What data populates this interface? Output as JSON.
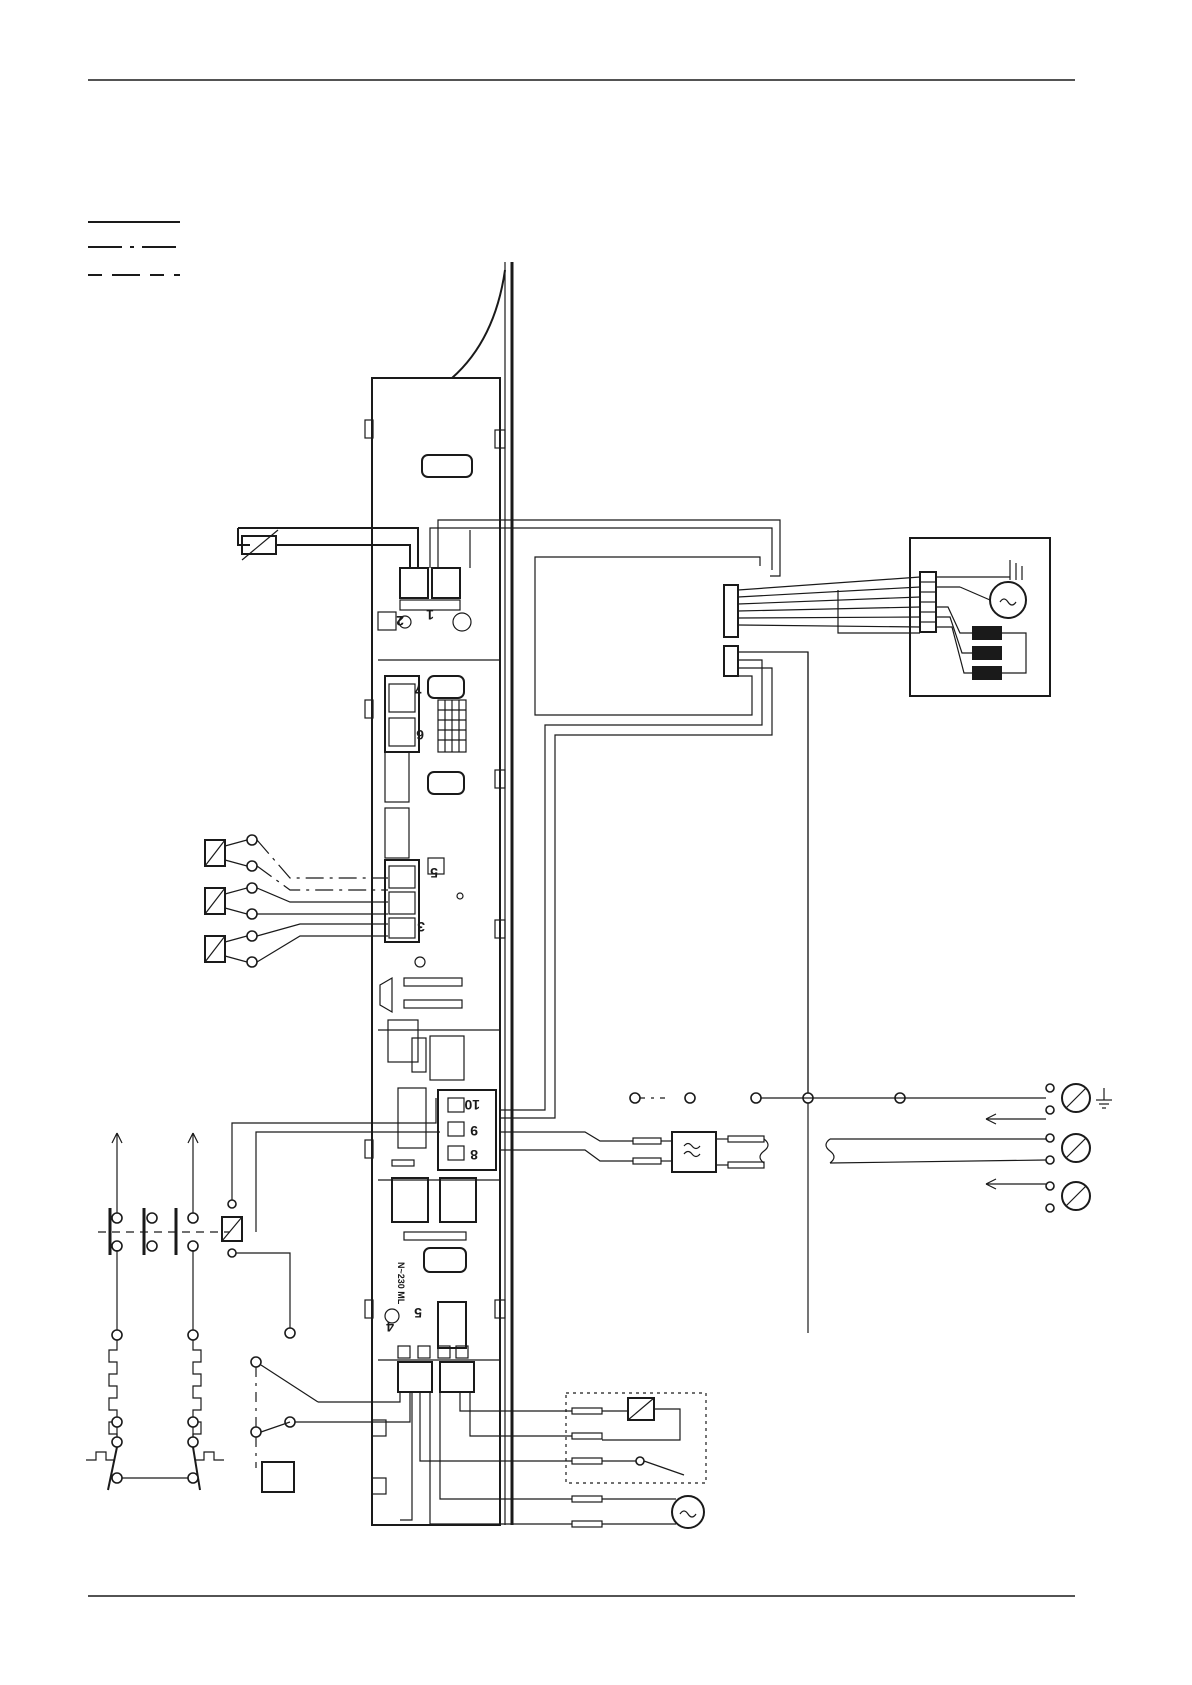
{
  "colors": {
    "ink": "#1a1a1a",
    "paper": "#ffffff"
  },
  "board": {
    "connector_labels": [
      "1",
      "2",
      "3",
      "4",
      "5",
      "5",
      "6",
      "7",
      "8",
      "9",
      "10"
    ],
    "marking_text": "N~230 ML"
  },
  "legend": {
    "line_styles": [
      "solid",
      "dash-dot",
      "dashed"
    ]
  },
  "icons": [
    "motor-symbol-icon",
    "ground-icon",
    "filter-icon",
    "coil-icon",
    "sensor-icon",
    "transformer-icon",
    "heater-icon",
    "pump-icon"
  ]
}
